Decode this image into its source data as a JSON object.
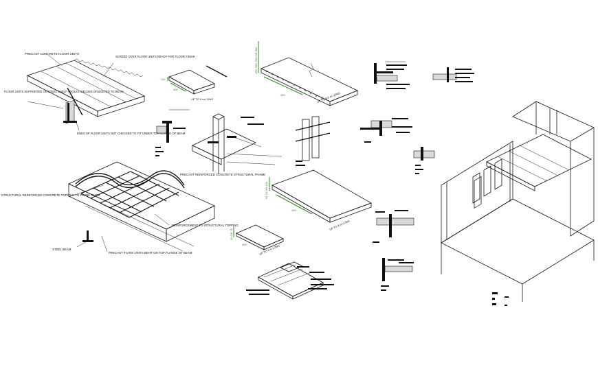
{
  "drawing": {
    "labels": {
      "precast_floor_units": "PRECAST CONCRETE FLOOR UNITS",
      "screed_note": "SCREED OVER FLOOR UNITS READY FOR FLOOR FINISH",
      "floor_units_supported": "FLOOR UNITS SUPPORTED ON STEEL SHELF ANGLES WELDED OR BOLTED TO BEAM",
      "ends_floor_units": "ENDS OF FLOOR UNITS NOT CHECKED TO FIT UNDER TOP FLANGE OF BEAM",
      "structural_topping": "STRUCTURAL REINFORCED CONCRETE TOPPING TO PLANK UNITS",
      "reinforcement_topping": "REINFORCEMENT TO STRUCTURAL TOPPING",
      "steel_beam": "STEEL BEAM",
      "plank_units_bear": "PRECAST PLANK UNITS BEAR ON TOP FLANGE OF BEAM",
      "precast_frame": "PRECAST REINFORCED CONCRETE STRUCTURAL FRAME"
    },
    "dimensions": {
      "slab1_width": "400",
      "slab1_length": "UP TO 6 m LONG",
      "slab1_depth": "110",
      "slab2_depth": "150, 200, 250 OR 300",
      "slab2_width": "400",
      "slab2_length": "UP TO 8.5 m LONG",
      "slab3_depth": "65,75 OR 100",
      "slab3_width": "400",
      "slab3_length": "UP TO 8 m LONG",
      "slab4_depth": "40 OR 75",
      "slab4_width": "400",
      "slab4_length": "UP TO 4 m LONG"
    },
    "colors": {
      "linework": "#111111",
      "dimension": "#2e8b1e",
      "background": "#ffffff"
    }
  }
}
